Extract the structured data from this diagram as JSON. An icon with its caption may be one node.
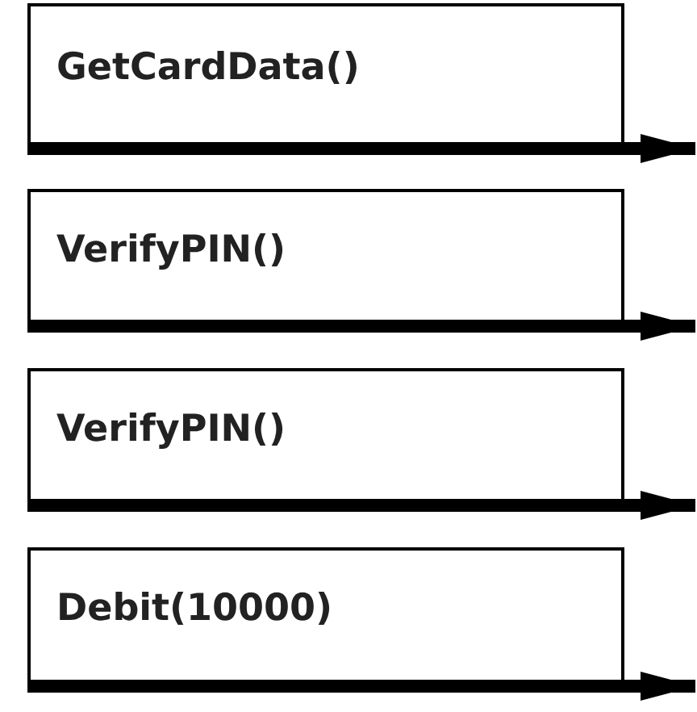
{
  "diagram": {
    "nodes": [
      {
        "text": [
          "GetCardData()"
        ]
      },
      {
        "text": [
          "VerifyPIN()"
        ]
      },
      {
        "text": [
          "VerifyPIN()"
        ]
      },
      {
        "text": [
          "Debit(10000)"
        ]
      }
    ],
    "edges": [
      {
        "from": 0,
        "to": null,
        "arrow": "to"
      },
      {
        "from": 1,
        "to": null,
        "arrow": "to"
      },
      {
        "from": 2,
        "to": null,
        "arrow": "to"
      },
      {
        "from": 3,
        "to": null,
        "arrow": "to"
      }
    ]
  }
}
